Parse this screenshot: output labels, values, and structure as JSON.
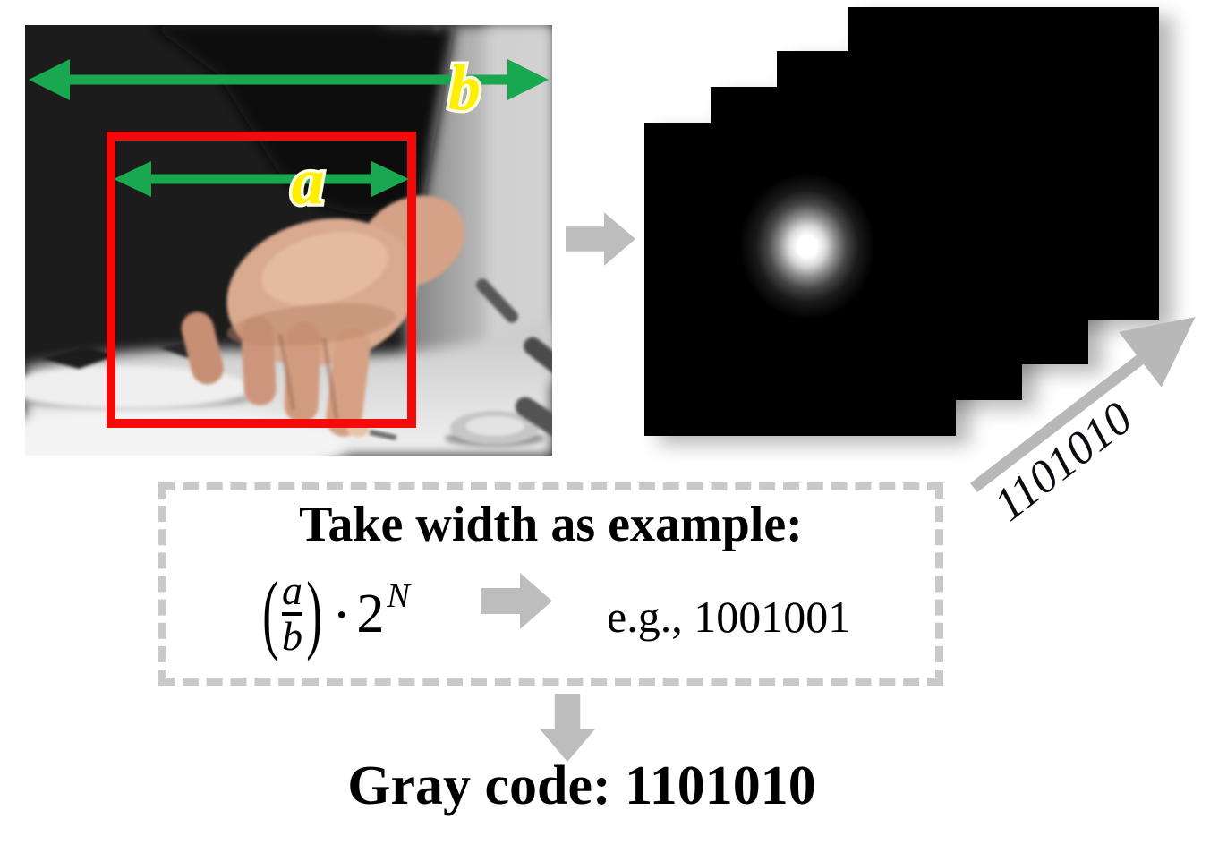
{
  "photo": {
    "outer_width_label": "b",
    "inner_width_label": "a"
  },
  "stack": {
    "axis_value": "1101010",
    "num_layers": 4
  },
  "formula_box": {
    "title": "Take width as example:",
    "paren_open": "(",
    "numerator": "a",
    "denominator": "b",
    "paren_close": ")",
    "operator": "·",
    "base": "2",
    "exponent": "N",
    "example": "e.g., 1001001"
  },
  "result": {
    "gray_code_line": "Gray code: 1101010"
  },
  "colors": {
    "arrow_green": "#19a84f",
    "bbox_red": "#f50a0a",
    "label_yellow": "#ffee00",
    "label_outline": "#fffde0",
    "arrow_gray": "#bdbdbd",
    "dashed_border_gray": "#c9c9c9",
    "stack_black": "#000000"
  }
}
